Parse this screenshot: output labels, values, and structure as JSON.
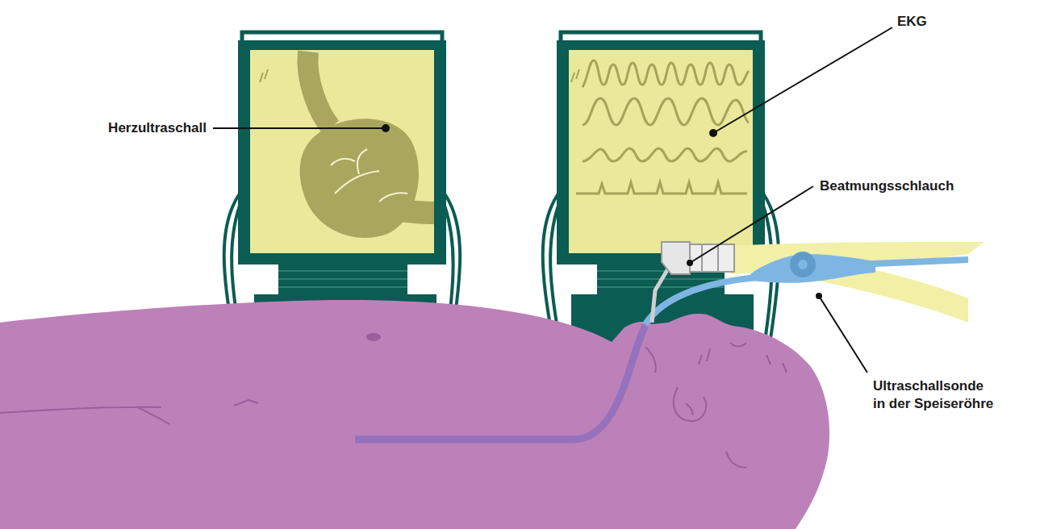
{
  "diagram": {
    "labels": [
      "Herzultraschall",
      "EKG",
      "Beatmungsschlauch",
      "Ultraschallsonde in der Speiseröhre"
    ]
  }
}
